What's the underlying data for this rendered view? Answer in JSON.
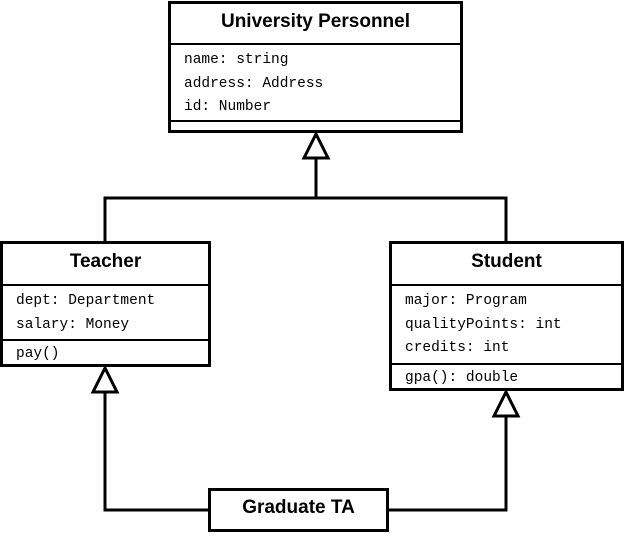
{
  "classes": {
    "university_personnel": {
      "name": "University Personnel",
      "attributes": [
        "name: string",
        "address: Address",
        "id: Number"
      ],
      "operations": []
    },
    "teacher": {
      "name": "Teacher",
      "attributes": [
        "dept: Department",
        "salary: Money"
      ],
      "operations": [
        "pay()"
      ]
    },
    "student": {
      "name": "Student",
      "attributes": [
        "major: Program",
        "qualityPoints: int",
        "credits: int"
      ],
      "operations": [
        "gpa(): double"
      ]
    },
    "graduate_ta": {
      "name": "Graduate TA"
    }
  },
  "relationships": [
    {
      "type": "generalization",
      "from": "Teacher",
      "to": "University Personnel"
    },
    {
      "type": "generalization",
      "from": "Student",
      "to": "University Personnel"
    },
    {
      "type": "generalization",
      "from": "Graduate TA",
      "to": "Teacher"
    },
    {
      "type": "generalization",
      "from": "Graduate TA",
      "to": "Student"
    }
  ]
}
